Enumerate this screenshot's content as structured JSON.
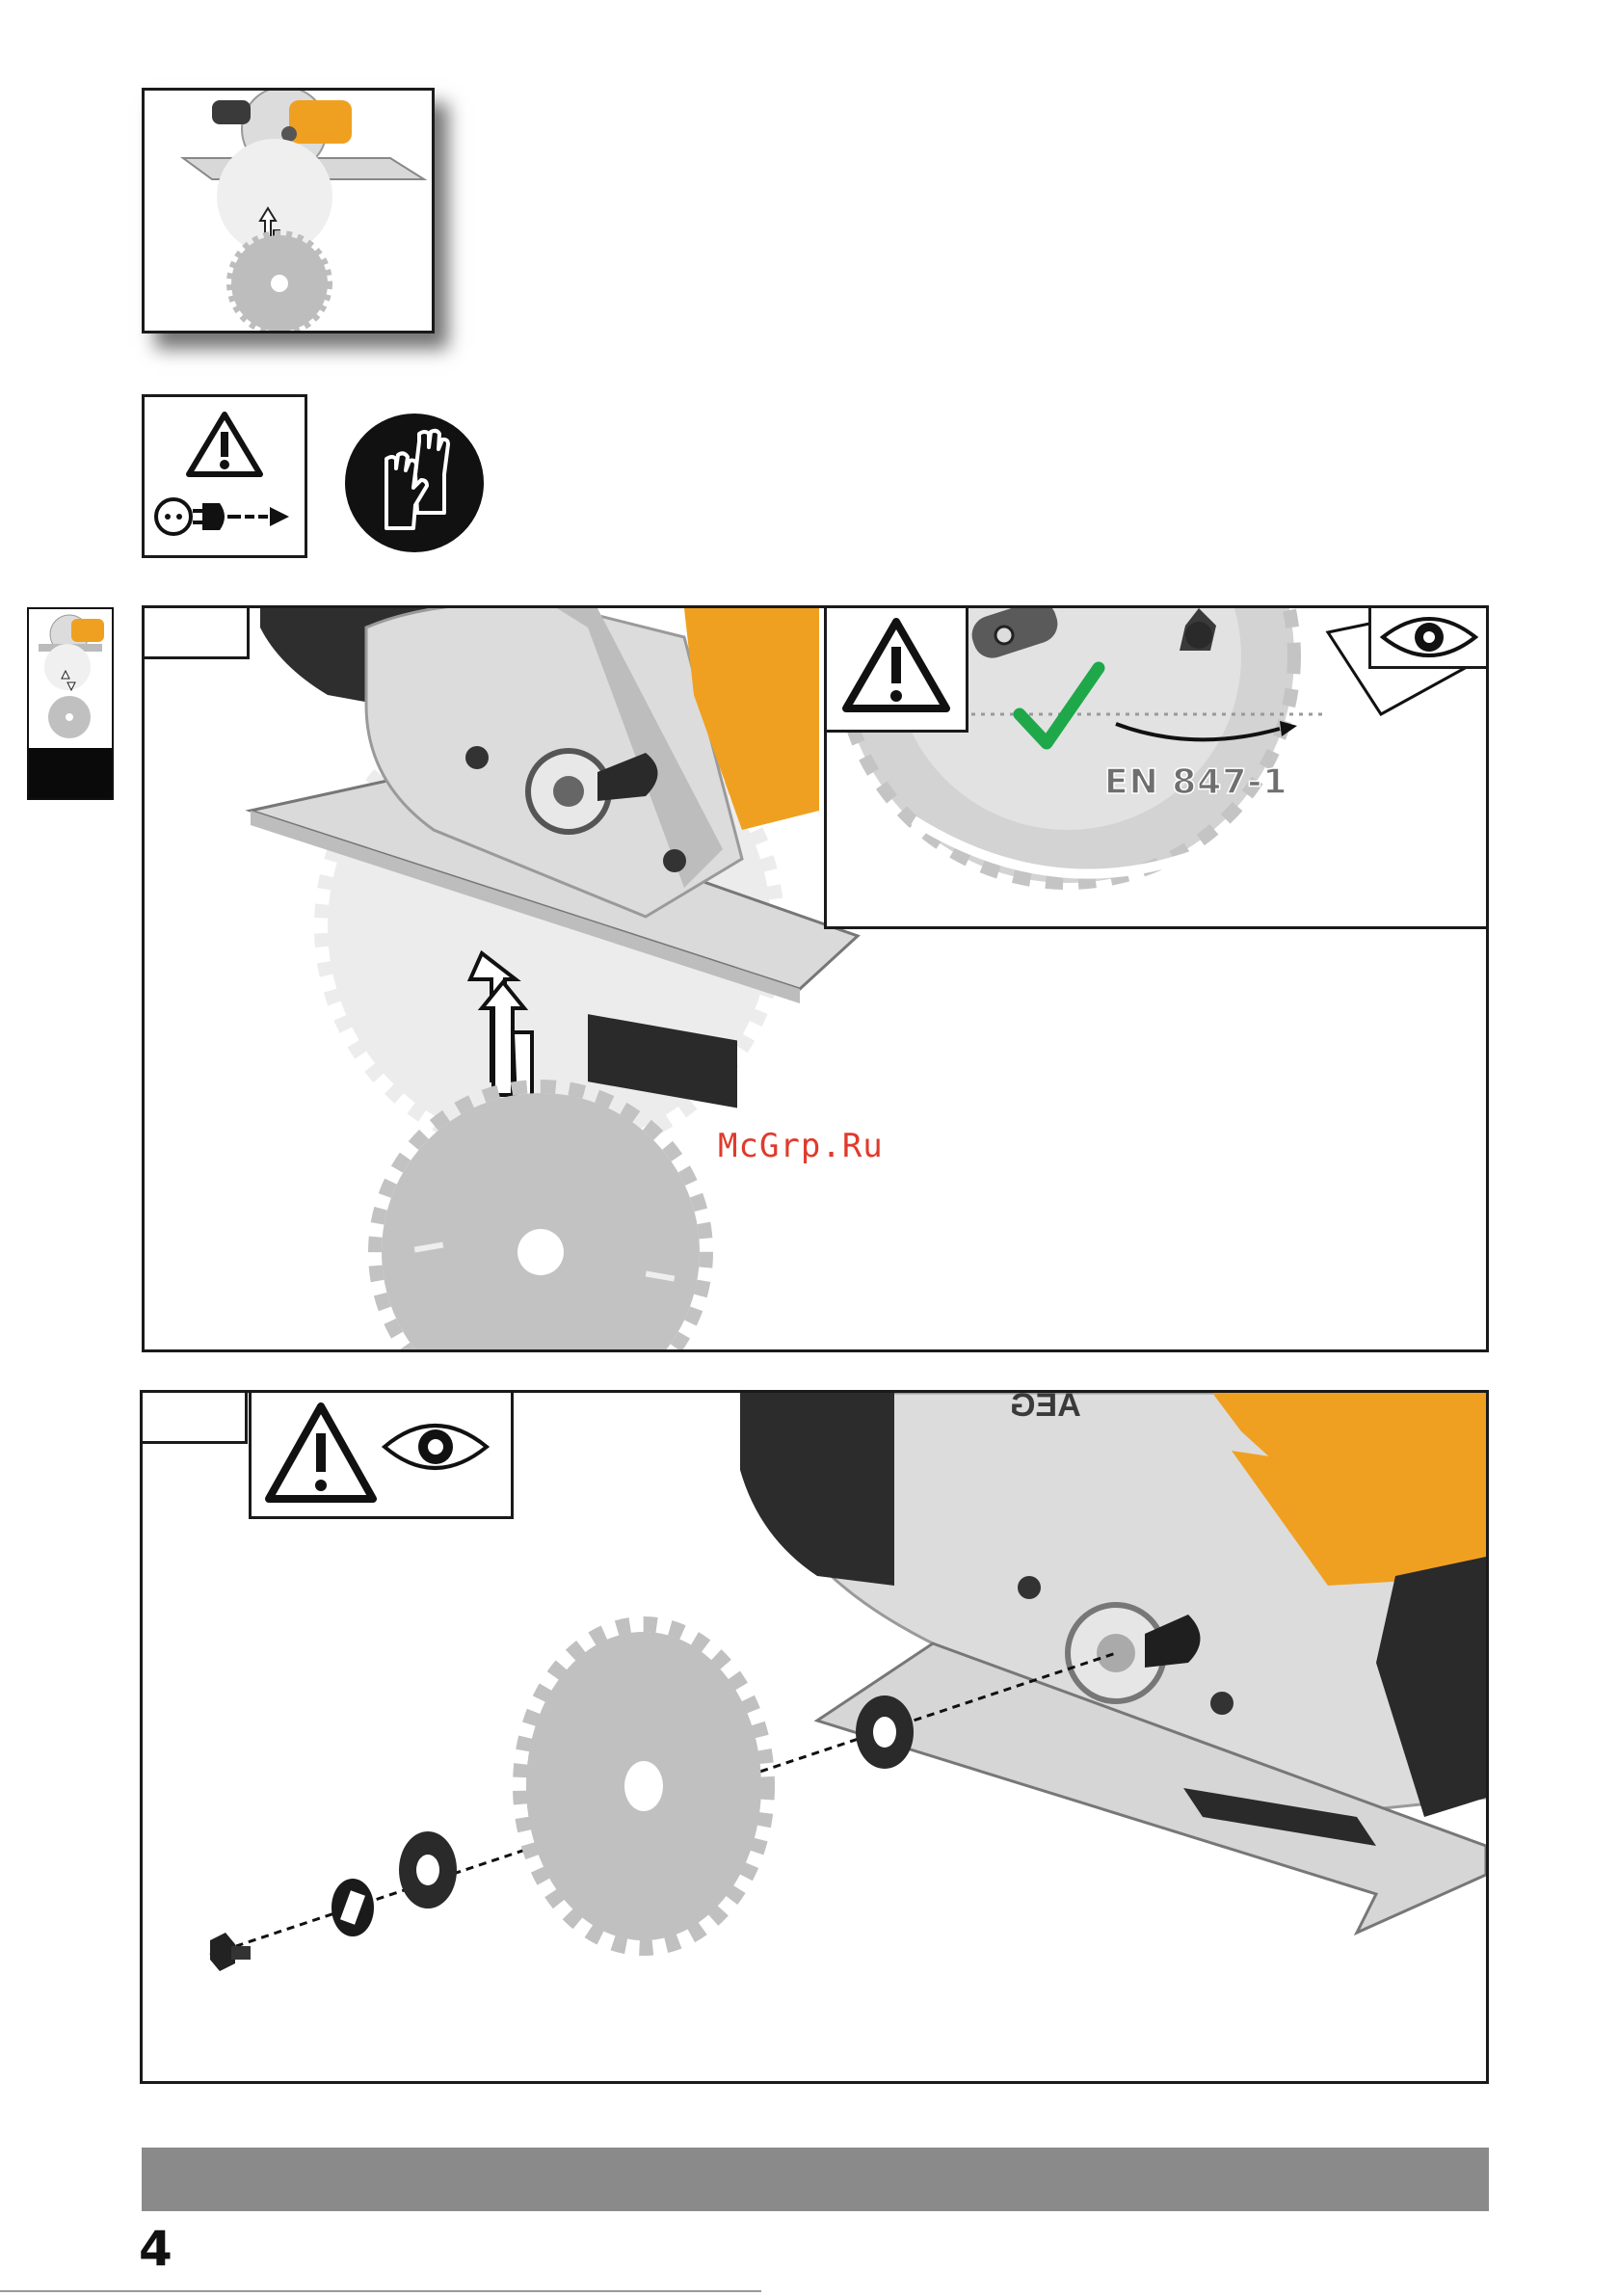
{
  "panel_top": {
    "inset": {
      "standard_label": "EN 847-1"
    },
    "watermark": "McGrp.Ru"
  },
  "panel_bottom": {
    "brand_on_guard": "AEG"
  },
  "footer": {
    "page_number": "4"
  },
  "colors": {
    "tool_orange": "#f0a020",
    "tool_dark": "#2b2b2b",
    "blade_gray": "#c4c4c4",
    "check_green": "#1fa84a",
    "watermark_red": "#e03a2c",
    "footer_bar": "#8a8a8a"
  },
  "icons": [
    "warning-triangle-icon",
    "unplug-mains-icon",
    "wear-gloves-icon",
    "eye-inspect-icon",
    "checkmark-icon",
    "up-down-arrows-icon"
  ]
}
